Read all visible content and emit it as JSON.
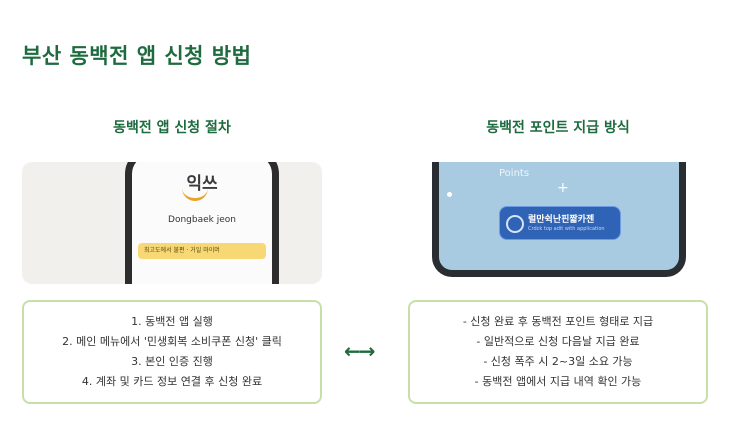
{
  "title": "부산 동백전 앱 신청 방법",
  "left_column": {
    "heading": "동백전 앱 신청 절차",
    "image": {
      "logo_text": "익쓰",
      "app_name": "Dongbaek jeon",
      "banner_text": "최고도에서 불편 · 거일 마이머"
    },
    "steps": [
      "1. 동백전 앱 실행",
      "2. 메인 메뉴에서 '민생회복 소비쿠폰 신청' 클릭",
      "3. 본인 인증 진행",
      "4. 계좌 및 카드 정보 연결 후 신청 완료"
    ]
  },
  "right_column": {
    "heading": "동백전 포인트 지급 방식",
    "image": {
      "points_label": "Points",
      "plus": "+",
      "pill_title": "럴만쉭난핀짧카젠",
      "pill_subtitle": "Crdck top adit with application"
    },
    "details": [
      "- 신청 완료 후 동백전 포인트 형태로 지급",
      "- 일반적으로 신청 다음날 지급 완료",
      "- 신청 폭주 시 2~3일 소요 가능",
      "- 동백전 앱에서 지급 내역 확인 가능"
    ]
  },
  "arrow": "←→",
  "colors": {
    "accent": "#1d6b3e",
    "box_border": "#c7dfa8"
  }
}
